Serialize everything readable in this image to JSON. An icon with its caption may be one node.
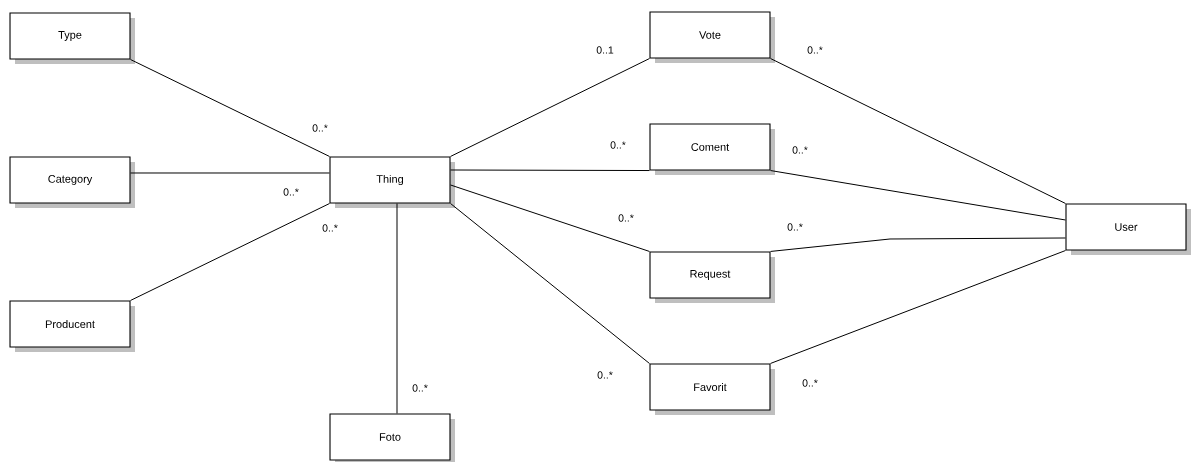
{
  "diagram": {
    "nodes": [
      {
        "text": [
          "Type"
        ]
      },
      {
        "text": [
          "Category"
        ]
      },
      {
        "text": [
          "Producent"
        ]
      },
      {
        "text": [
          "Thing"
        ]
      },
      {
        "text": [
          "Foto"
        ]
      },
      {
        "text": [
          "Vote"
        ]
      },
      {
        "text": [
          "Coment"
        ]
      },
      {
        "text": [
          "Request"
        ]
      },
      {
        "text": [
          "Favorit"
        ]
      },
      {
        "text": [
          "User"
        ]
      }
    ],
    "edges": [
      {
        "from": 0,
        "to": 3,
        "arrow": "none"
      },
      {
        "from": 1,
        "to": 3,
        "arrow": "none"
      },
      {
        "from": 2,
        "to": 3,
        "arrow": "none"
      },
      {
        "from": 3,
        "to": 4,
        "arrow": "none"
      },
      {
        "from": 3,
        "to": 5,
        "arrow": "none"
      },
      {
        "from": 3,
        "to": 6,
        "arrow": "none"
      },
      {
        "from": 3,
        "to": 7,
        "arrow": "none"
      },
      {
        "from": 3,
        "to": 8,
        "arrow": "none"
      },
      {
        "from": 5,
        "to": 9,
        "arrow": "none"
      },
      {
        "from": 6,
        "to": 9,
        "arrow": "none"
      },
      {
        "from": 7,
        "to": 9,
        "arrow": "none"
      },
      {
        "from": 8,
        "to": 9,
        "arrow": "none"
      }
    ],
    "labels": [
      "0..1",
      "0..*",
      "0..*",
      "0..*",
      "0..*",
      "0..*",
      "0..*",
      "0..*",
      "0..*",
      "0..*",
      "0..*",
      "0..*"
    ]
  }
}
